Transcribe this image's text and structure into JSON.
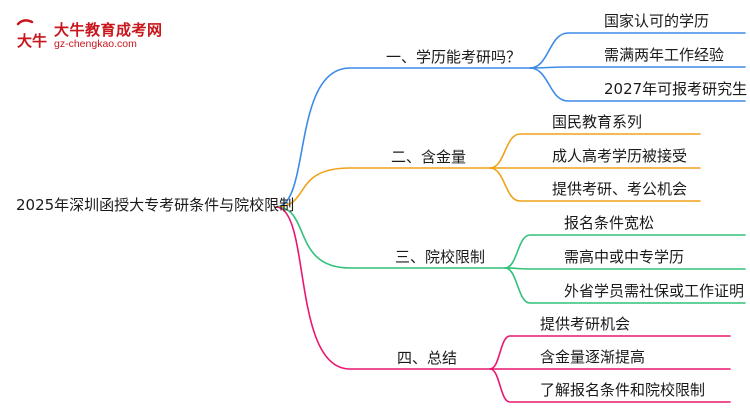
{
  "logo": {
    "name": "大牛教育成考网",
    "url": "gz-chengkao.com",
    "mark_text": "大牛"
  },
  "colors": {
    "blue": "#3d8be8",
    "orange": "#f0a21a",
    "green": "#33c07a",
    "pink": "#e8176f",
    "brand": "#c8161d"
  },
  "mindmap": {
    "root": "2025年深圳函授大专考研条件与院校限制",
    "branches": [
      {
        "label": "一、学历能考研吗？",
        "children": [
          "国家认可的学历",
          "需满两年工作经验",
          "2027年可报考研究生"
        ]
      },
      {
        "label": "二、含金量",
        "children": [
          "国民教育系列",
          "成人高考学历被接受",
          "提供考研、考公机会"
        ]
      },
      {
        "label": "三、院校限制",
        "children": [
          "报名条件宽松",
          "需高中或中专学历",
          "外省学员需社保或工作证明"
        ]
      },
      {
        "label": "四、总结",
        "children": [
          "提供考研机会",
          "含金量逐渐提高",
          "了解报名条件和院校限制"
        ]
      }
    ]
  }
}
